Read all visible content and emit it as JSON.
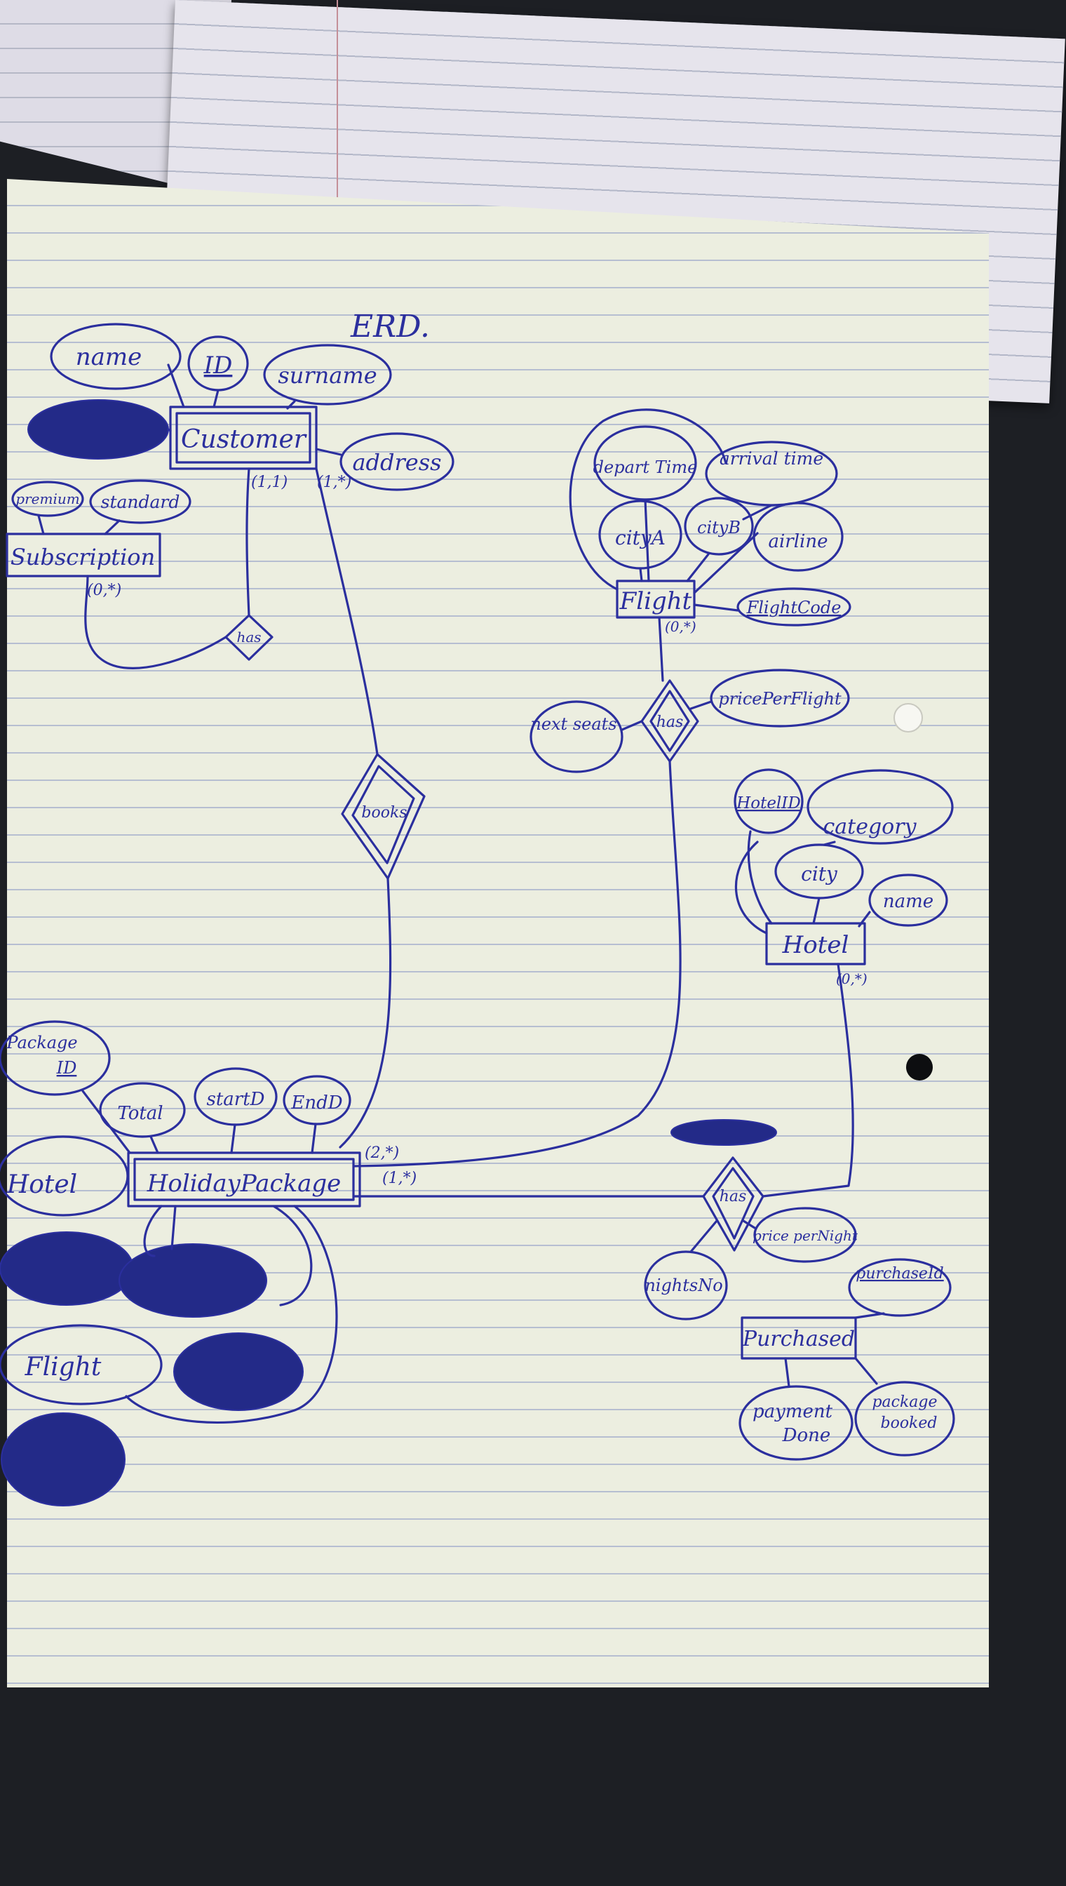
{
  "title": "ERD.",
  "colors": {
    "ink": "#2b2f9e",
    "paper": "#eceee0",
    "rule": "#b6bed1"
  },
  "entities": {
    "customer": "Customer",
    "subscription": "Subscription",
    "flight": "Flight",
    "hotel": "Hotel",
    "holiday_package": "HolidayPackage",
    "purchased": "Purchased"
  },
  "relationships": {
    "customer_subscription": "has",
    "books": "books",
    "flight_package": "has",
    "hotel_package": "has"
  },
  "attributes": {
    "customer": {
      "name": "name",
      "id": "ID",
      "surname": "surname",
      "address": "address"
    },
    "subscription": {
      "premium": "premium",
      "standard": "standard"
    },
    "flight": {
      "depart_time": "depart Time",
      "arrival_time": "arrival time",
      "city_a": "cityA",
      "city_b": "cityB",
      "airline": "airline",
      "flight_code": "FlightCode"
    },
    "flight_has": {
      "next_seats": "next seats",
      "price_per_flight": "pricePerFlight"
    },
    "hotel": {
      "hotel_id": "HotelID",
      "category": "category",
      "city": "city",
      "name": "name"
    },
    "holiday_package": {
      "package_id_line1": "Package",
      "package_id_line2": "ID",
      "total": "Total",
      "start_d": "startD",
      "end_d": "EndD",
      "hotel": "Hotel",
      "flight": "Flight"
    },
    "hotel_has": {
      "nights_no": "nightsNo",
      "price_per_night": "price perNight"
    },
    "purchased": {
      "purchase_id": "purchaseId",
      "payment_line1": "payment",
      "payment_line2": "Done",
      "package_line1": "package",
      "package_line2": "booked"
    }
  },
  "cardinalities": {
    "customer_left": "(1,1)",
    "customer_right": "(1,*)",
    "subscription": "(0,*)",
    "flight": "(0,*)",
    "hotel": "(0,*)",
    "package_upper": "(2,*)",
    "package_lower": "(1,*)"
  }
}
